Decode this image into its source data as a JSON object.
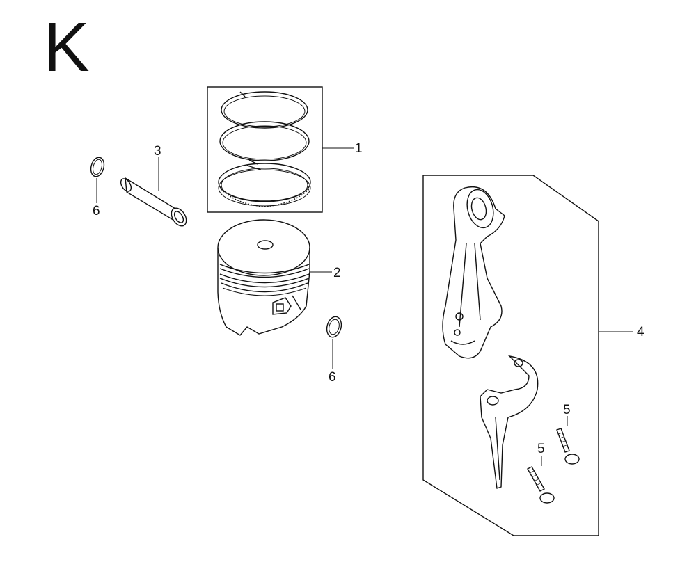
{
  "section_letter": "K",
  "callouts": {
    "piston_ring_set": "1",
    "piston": "2",
    "piston_pin": "3",
    "connecting_rod_assembly": "4",
    "rod_bolt_upper": "5",
    "rod_bolt_lower": "5",
    "pin_clip_left": "6",
    "pin_clip_right": "6"
  }
}
